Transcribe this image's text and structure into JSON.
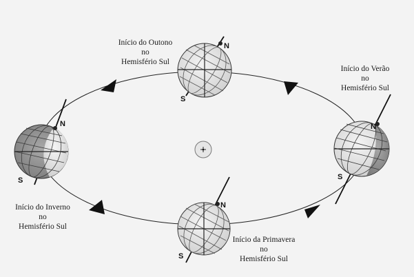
{
  "labels": {
    "autumn": [
      "Início do Outono",
      "no",
      "Hemisfério Sul"
    ],
    "summer": [
      "Início do Verão",
      "no",
      "Hemisfério Sul"
    ],
    "winter": [
      "Início do Inverno",
      "no",
      "Hemisfério Sul"
    ],
    "spring": [
      "Início da Primavera",
      "no",
      "Hemisfério Sul"
    ]
  },
  "poles": {
    "north": "N",
    "south": "S"
  },
  "colors": {
    "background": "#f3f3f3",
    "ink": "#111111",
    "globe_light": "#e2e2e2",
    "globe_dark": "#8a8a8a"
  }
}
